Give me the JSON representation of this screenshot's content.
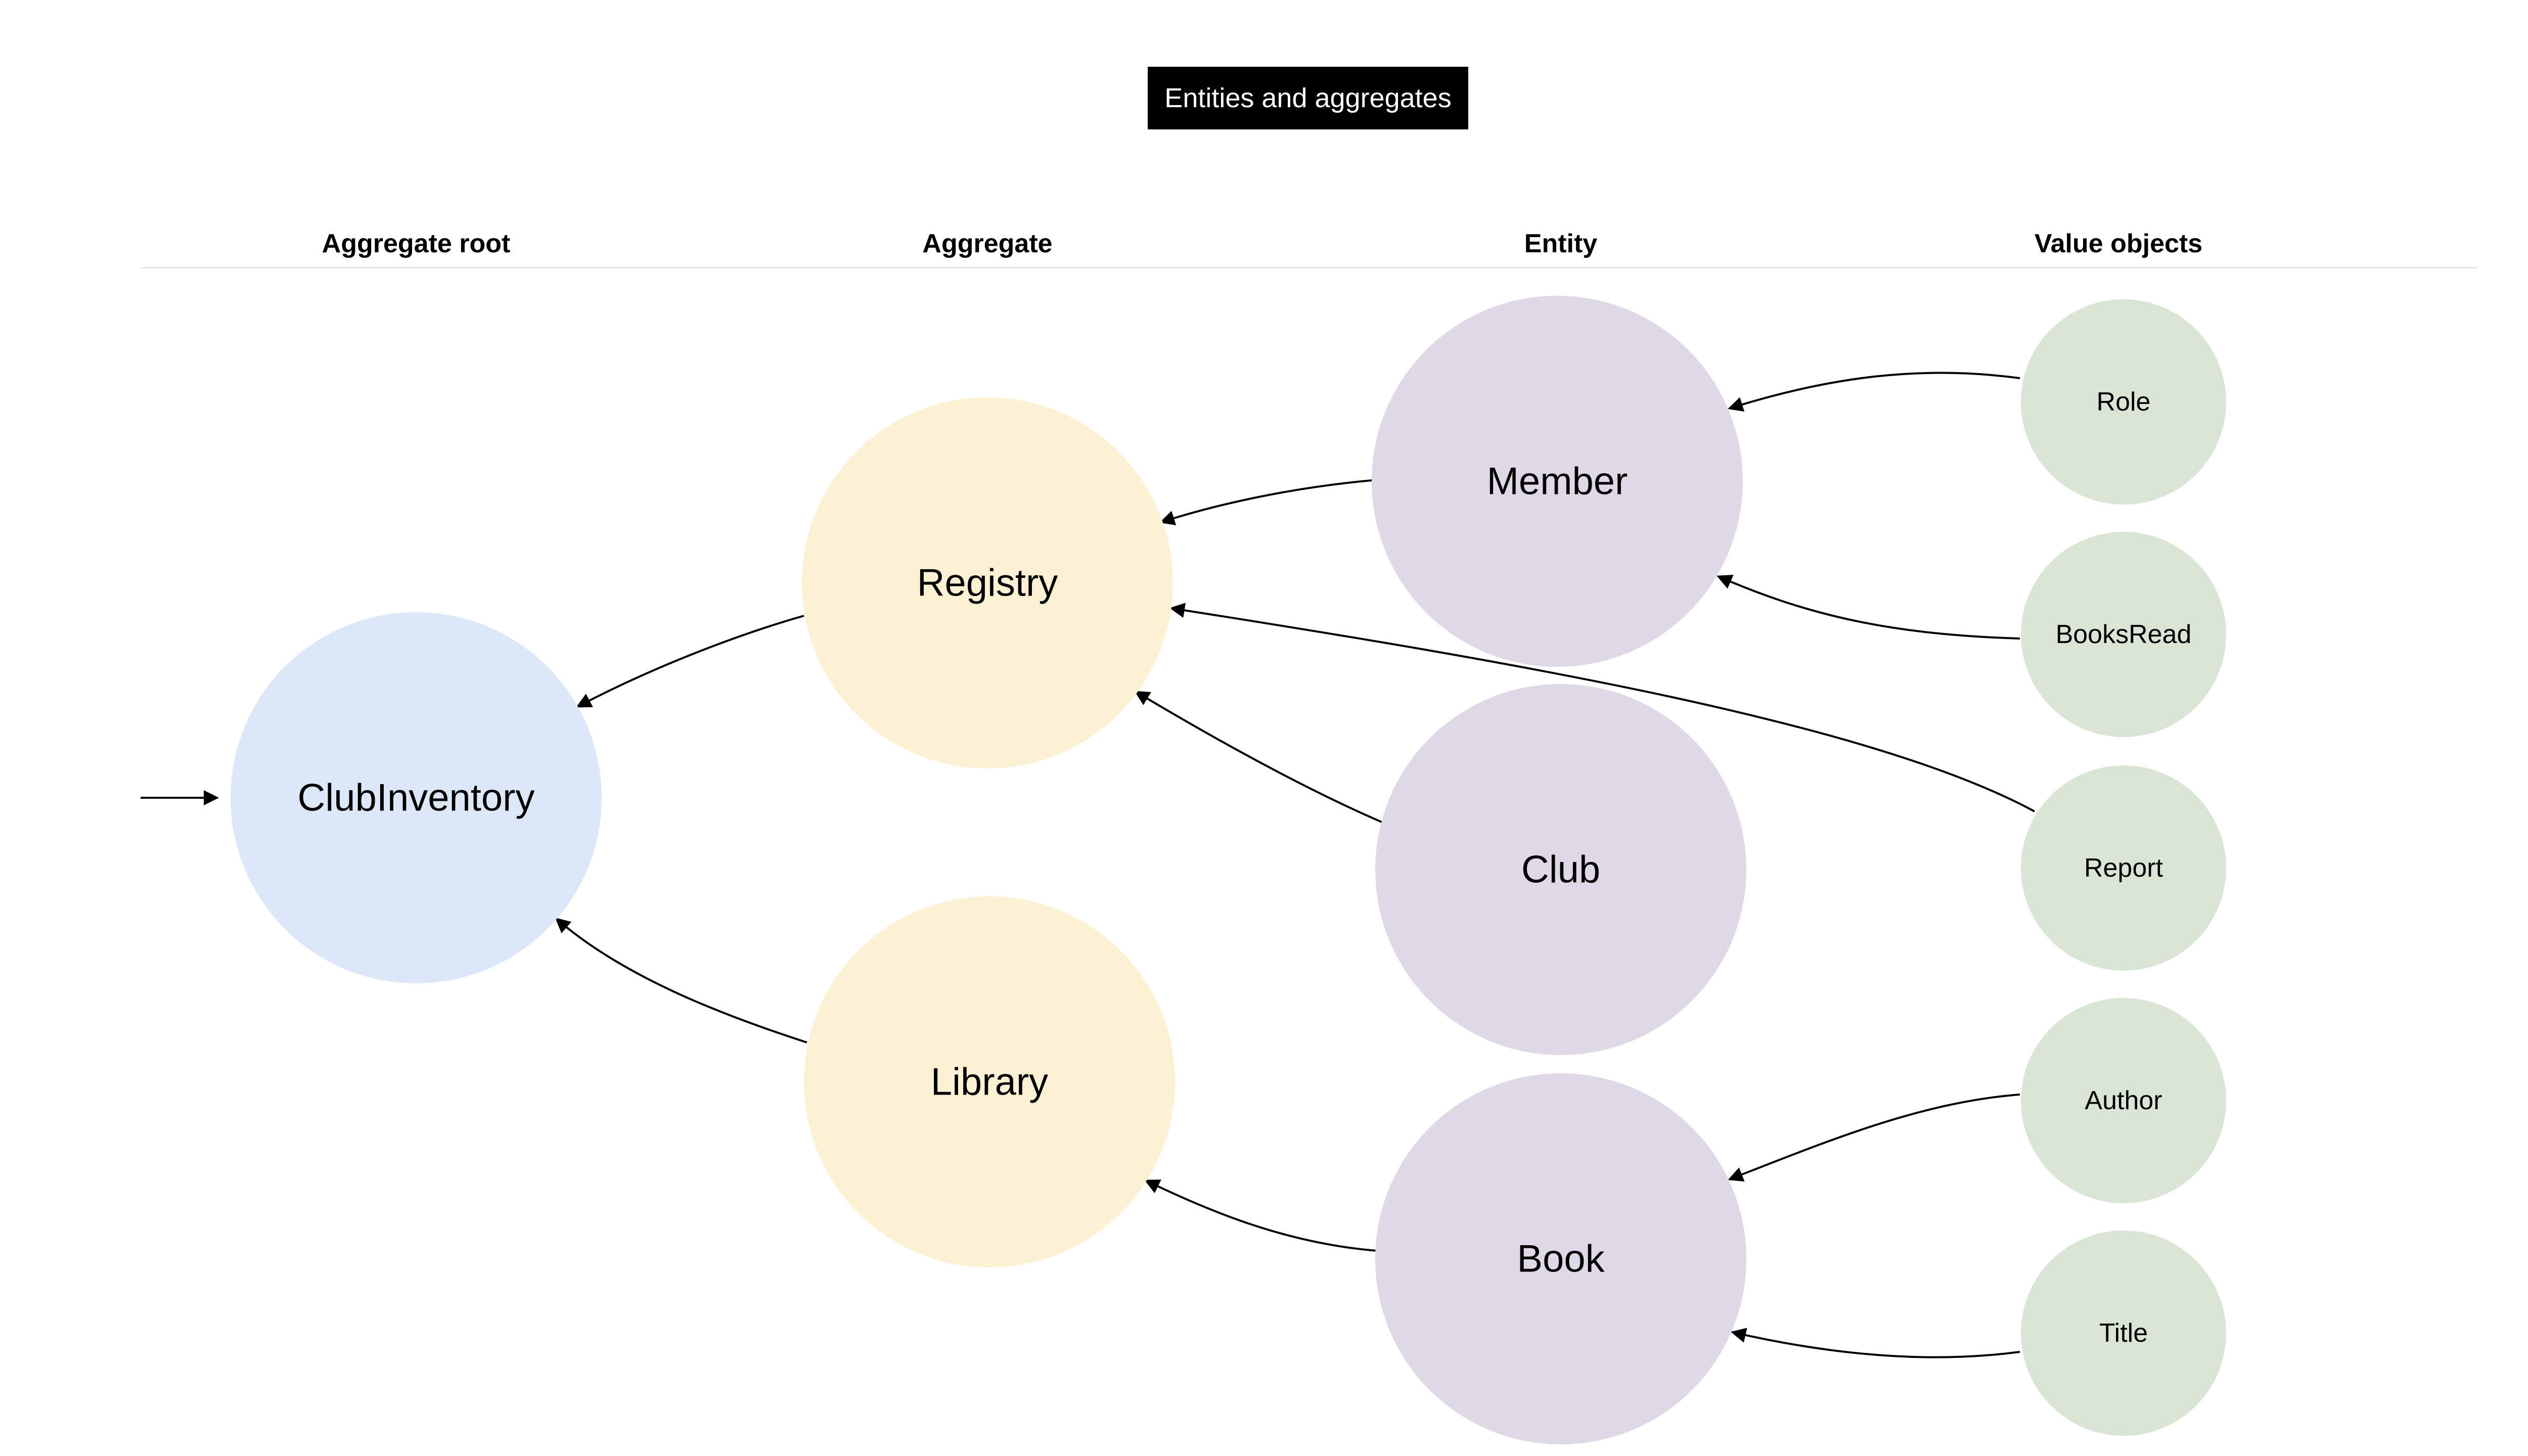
{
  "title": "Entities and aggregates",
  "columns": {
    "aggregate_root": "Aggregate root",
    "aggregate": "Aggregate",
    "entity": "Entity",
    "value_objects": "Value objects"
  },
  "nodes": {
    "club_inventory": "ClubInventory",
    "registry": "Registry",
    "library": "Library",
    "member": "Member",
    "club": "Club",
    "book": "Book",
    "role": "Role",
    "books_read": "BooksRead",
    "report": "Report",
    "author": "Author",
    "title": "Title"
  },
  "colors": {
    "aggregate_root": "#dce7f8",
    "aggregate": "#fcf1d2",
    "entity": "#dfd8e6",
    "value_object": "#d9e6d6",
    "edge": "#000000"
  },
  "edges": [
    {
      "from": "Registry",
      "to": "ClubInventory"
    },
    {
      "from": "Library",
      "to": "ClubInventory"
    },
    {
      "from": "Member",
      "to": "Registry"
    },
    {
      "from": "Club",
      "to": "Registry"
    },
    {
      "from": "Report",
      "to": "Registry"
    },
    {
      "from": "Book",
      "to": "Library"
    },
    {
      "from": "Role",
      "to": "Member"
    },
    {
      "from": "BooksRead",
      "to": "Member"
    },
    {
      "from": "Author",
      "to": "Book"
    },
    {
      "from": "Title",
      "to": "Book"
    }
  ]
}
